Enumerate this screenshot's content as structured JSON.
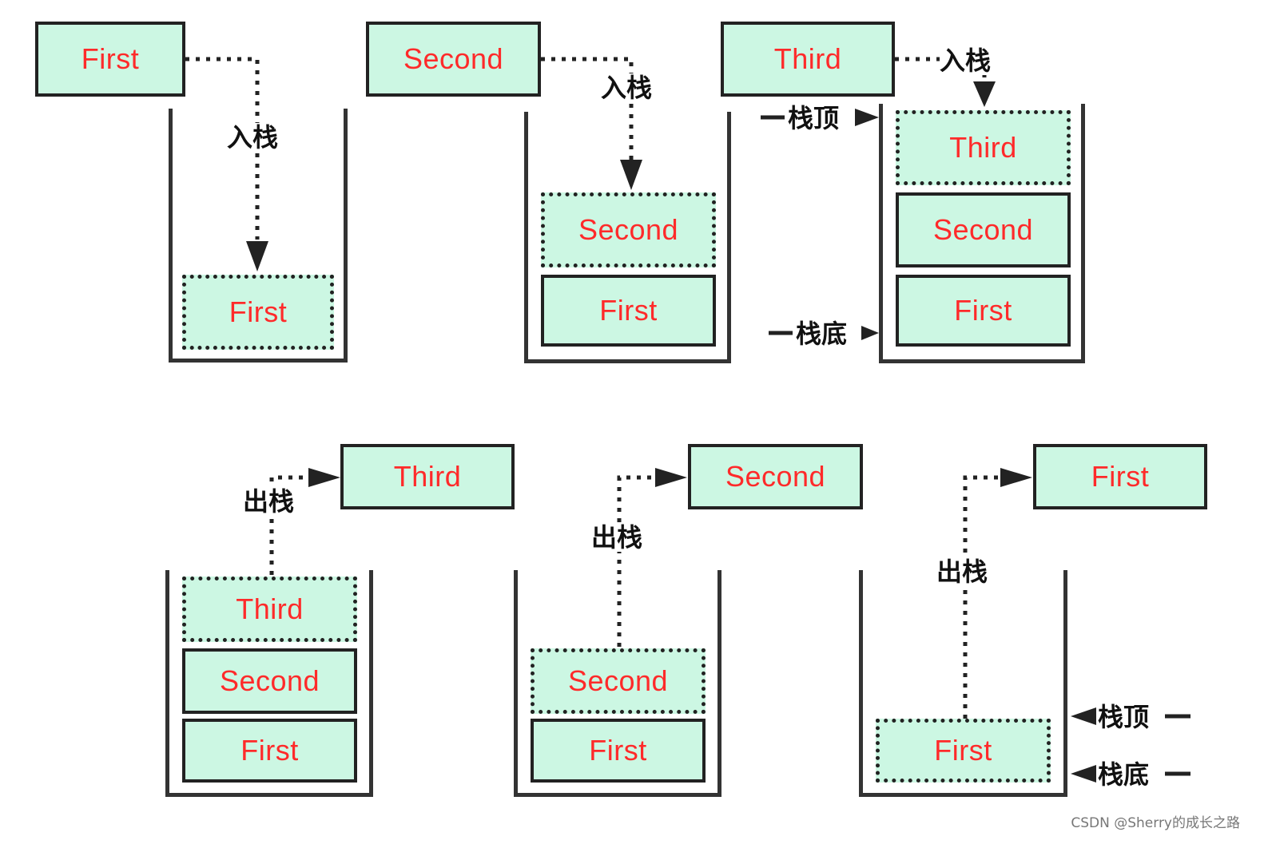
{
  "labels": {
    "push": "入栈",
    "pop": "出栈",
    "top": "栈顶",
    "bottom": "栈底"
  },
  "items": {
    "first": "First",
    "second": "Second",
    "third": "Third"
  },
  "watermark": "CSDN @Sherry的成长之路"
}
